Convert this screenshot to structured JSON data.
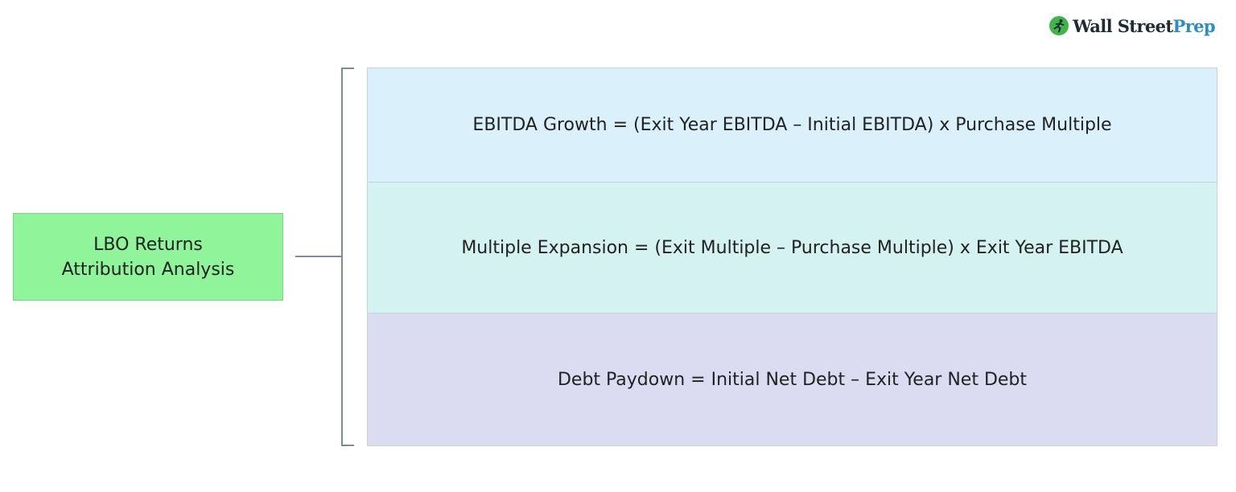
{
  "logo": {
    "word1": "Wall Street",
    "word2": "Prep"
  },
  "root": {
    "line1": "LBO Returns",
    "line2": "Attribution Analysis"
  },
  "components": [
    {
      "label": "EBITDA Growth = (Exit Year EBITDA – Initial EBITDA) x Purchase Multiple"
    },
    {
      "label": "Multiple Expansion = (Exit Multiple – Purchase Multiple) x Exit Year EBITDA"
    },
    {
      "label": "Debt Paydown = Initial Net Debt – Exit Year Net Debt"
    }
  ],
  "colors": {
    "root_fill": "#8ff49a",
    "component_1_fill": "#daf0fb",
    "component_2_fill": "#d4f2ef",
    "component_3_fill": "#dbdbf2",
    "connector": "#7d8c98",
    "logo_green": "#41b54a",
    "logo_dark": "#1f2a33",
    "logo_blue": "#2a8dc8"
  }
}
